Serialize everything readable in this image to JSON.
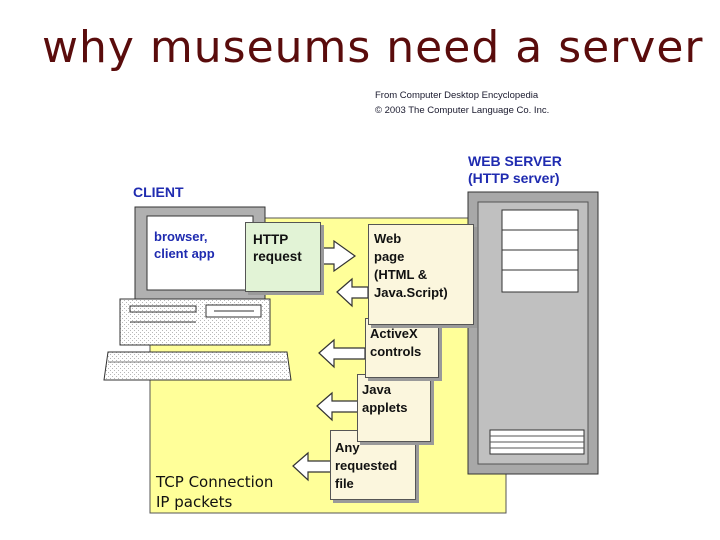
{
  "title": "why museums need a server",
  "credit": {
    "line1": "From Computer Desktop Encyclopedia",
    "line2": "© 2003 The Computer Language Co. Inc."
  },
  "diagram": {
    "client_label": "CLIENT",
    "server_label_line1": "WEB SERVER",
    "server_label_line2": "(HTTP server)",
    "screen_text_line1": "browser,",
    "screen_text_line2": "client app",
    "http_request": "HTTP\nrequest",
    "boxes": [
      {
        "id": "web-page",
        "text": "Web\npage\n(HTML &\nJava.Script)"
      },
      {
        "id": "activex",
        "text": "ActiveX\ncontrols"
      },
      {
        "id": "java",
        "text": "Java\napplets"
      },
      {
        "id": "any",
        "text": "Any\nrequested\nfile"
      }
    ],
    "tcp_line1": "TCP Connection",
    "tcp_line2": "IP packets"
  },
  "colors": {
    "title": "#5a0c0c",
    "label_blue": "#1f2bb0",
    "network_yellow": "#ffff99",
    "http_green": "#e2f3d6",
    "doc_cream": "#fbf6dd"
  }
}
